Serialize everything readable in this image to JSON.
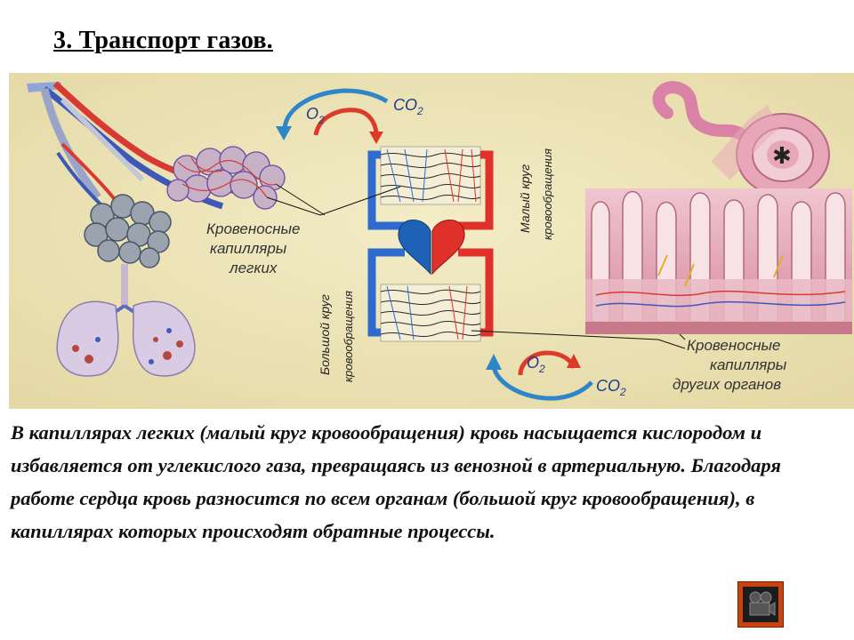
{
  "slide": {
    "title": "3. Транспорт газов.",
    "body_text": "В капиллярах легких (малый круг кровообращения) кровь насыщается кислородом и избавляется от углекислого газа, превращаясь из венозной в артериальную. Благодаря работе сердца кровь разносится по всем органам (большой круг кровообращения), в капиллярах которых происходят обратные процессы."
  },
  "figure": {
    "top_o2": "O",
    "top_o2_sub": "2",
    "top_co2": "CO",
    "top_co2_sub": "2",
    "bottom_o2": "O",
    "bottom_o2_sub": "2",
    "bottom_co2": "CO",
    "bottom_co2_sub": "2",
    "lung_caps_line1": "Кровеносные",
    "lung_caps_line2": "капилляры",
    "lung_caps_line3": "легких",
    "small_circle_line1": "Малый круг",
    "small_circle_line2": "кровообращения",
    "big_circle_line1": "Большой круг",
    "big_circle_line2": "кровообращения",
    "organ_caps_line1": "Кровеносные",
    "organ_caps_line2": "капилляры",
    "organ_caps_line3": "других органов"
  },
  "colors": {
    "background": "#ece3b6",
    "arterial": "#e0302a",
    "venous": "#2d6bd0",
    "organ_pink": "#e7a7b9"
  },
  "nav": {
    "icon": "film-reel-icon"
  }
}
